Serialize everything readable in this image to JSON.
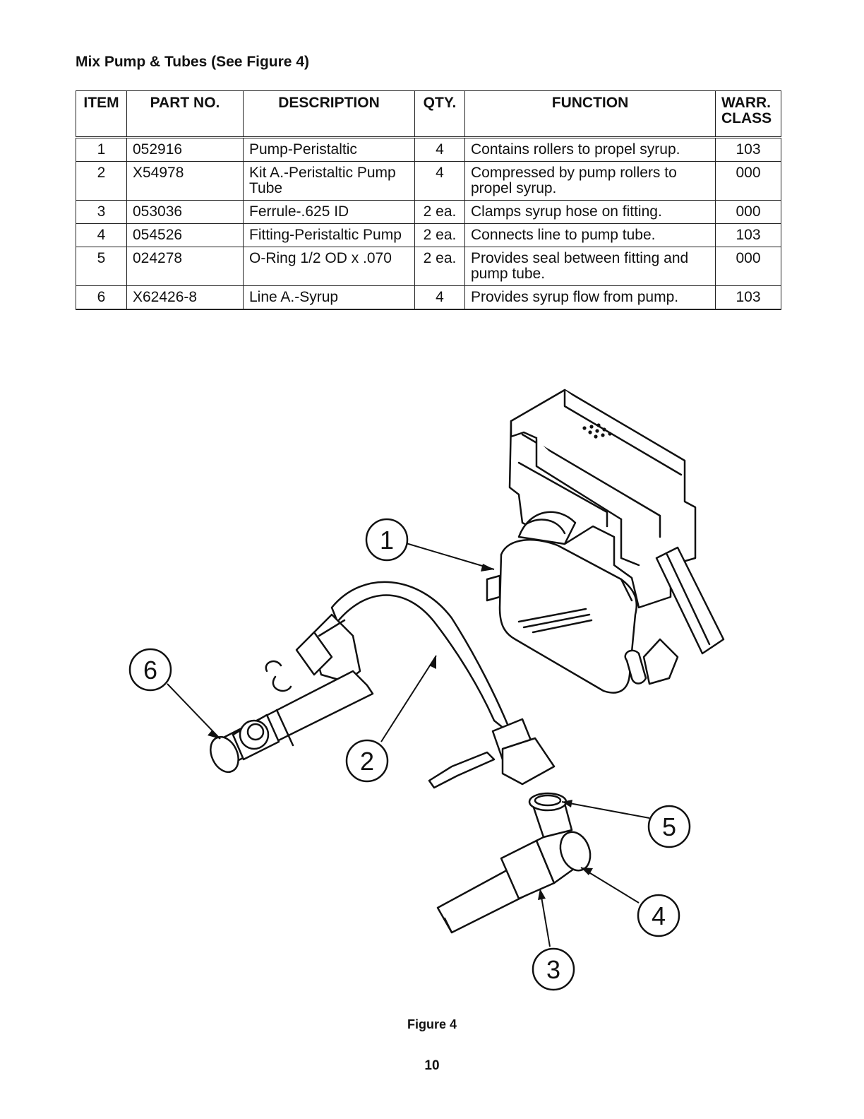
{
  "section_title": "Mix Pump & Tubes (See Figure 4)",
  "table": {
    "headers": {
      "item": "ITEM",
      "part_no": "PART NO.",
      "description": "DESCRIPTION",
      "qty": "QTY.",
      "function": "FUNCTION",
      "warr_line1": "WARR.",
      "warr_line2": "CLASS"
    },
    "rows": [
      {
        "item": "1",
        "part_no": "052916",
        "description": "Pump-Peristaltic",
        "qty": "4",
        "function": "Contains rollers to propel syrup.",
        "warr": "103"
      },
      {
        "item": "2",
        "part_no": "X54978",
        "description": "Kit A.-Peristaltic Pump Tube",
        "qty": "4",
        "function": "Compressed by pump rollers to propel syrup.",
        "warr": "000"
      },
      {
        "item": "3",
        "part_no": "053036",
        "description": "Ferrule-.625 ID",
        "qty": "2 ea.",
        "function": "Clamps syrup hose on fitting.",
        "warr": "000"
      },
      {
        "item": "4",
        "part_no": "054526",
        "description": "Fitting-Peristaltic Pump",
        "qty": "2 ea.",
        "function": "Connects line to pump tube.",
        "warr": "103"
      },
      {
        "item": "5",
        "part_no": "024278",
        "description": "O-Ring 1/2 OD x .070",
        "qty": "2 ea.",
        "function": "Provides seal between fitting and pump tube.",
        "warr": "000"
      },
      {
        "item": "6",
        "part_no": "X62426-8",
        "description": "Line A.-Syrup",
        "qty": "4",
        "function": "Provides syrup flow from pump.",
        "warr": "103"
      }
    ]
  },
  "figure": {
    "callouts": [
      "1",
      "2",
      "3",
      "4",
      "5",
      "6"
    ],
    "caption": "Figure 4"
  },
  "page_number": "10"
}
